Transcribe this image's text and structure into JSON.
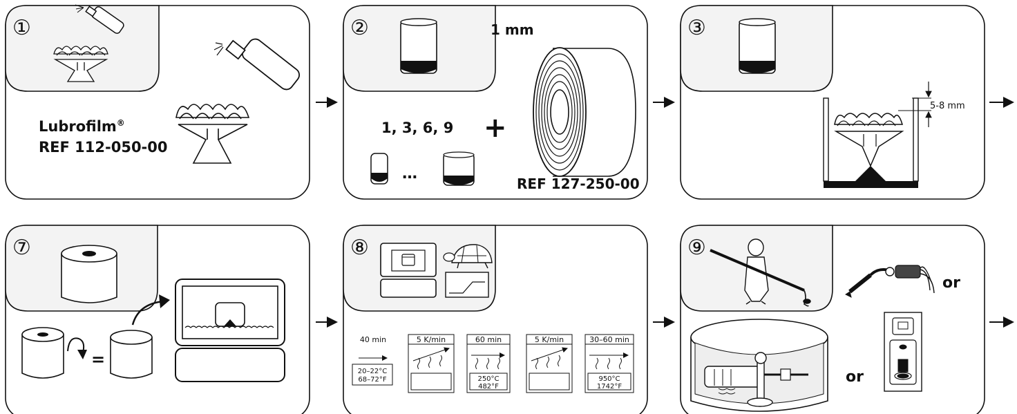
{
  "steps": {
    "s1": {
      "number": "①",
      "product": "Lubrofilm",
      "product_mark": "®",
      "ref": "REF 112-050-00"
    },
    "s2": {
      "number": "②",
      "thickness": "1 mm",
      "sizes": "1, 3, 6, 9",
      "plus": "+",
      "ellipsis": "…",
      "ref": "REF 127-250-00"
    },
    "s3": {
      "number": "③",
      "gap_range": "5-8 mm"
    },
    "s7": {
      "number": "⑦",
      "equals": "="
    },
    "s8": {
      "number": "⑧",
      "program": {
        "start_time": "40 min",
        "start_temp_c": "20–22°C",
        "start_temp_f": "68–72°F",
        "ramp1": "5 K/min",
        "hold1_time": "60 min",
        "hold1_temp_c": "250°C",
        "hold1_temp_f": "482°F",
        "ramp2": "5 K/min",
        "hold2_time": "30–60 min",
        "hold2_temp_c": "950°C",
        "hold2_temp_f": "1742°F"
      }
    },
    "s9": {
      "number": "⑨",
      "or1": "or",
      "or2": "or"
    }
  },
  "flow_arrow_icon": "right-arrow-icon"
}
